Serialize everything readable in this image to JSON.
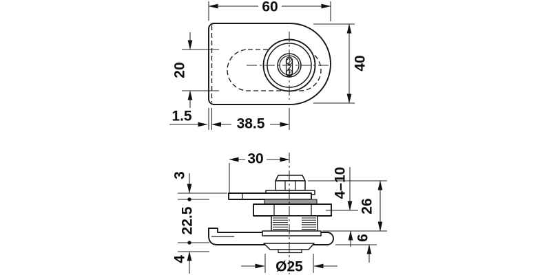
{
  "drawing": {
    "top_view": {
      "width": "60",
      "height": "40",
      "cam_span": "20",
      "glass_inset": "1.5",
      "cylinder_center_offset": "38.5"
    },
    "side_view": {
      "cam_length": "30",
      "cam_thickness": "3",
      "housing_depth": "22.5",
      "flange_lip": "4",
      "clamp_range": "4–10",
      "body_height": "26",
      "base_height": "6",
      "flange_diameter": "Ø25"
    }
  }
}
